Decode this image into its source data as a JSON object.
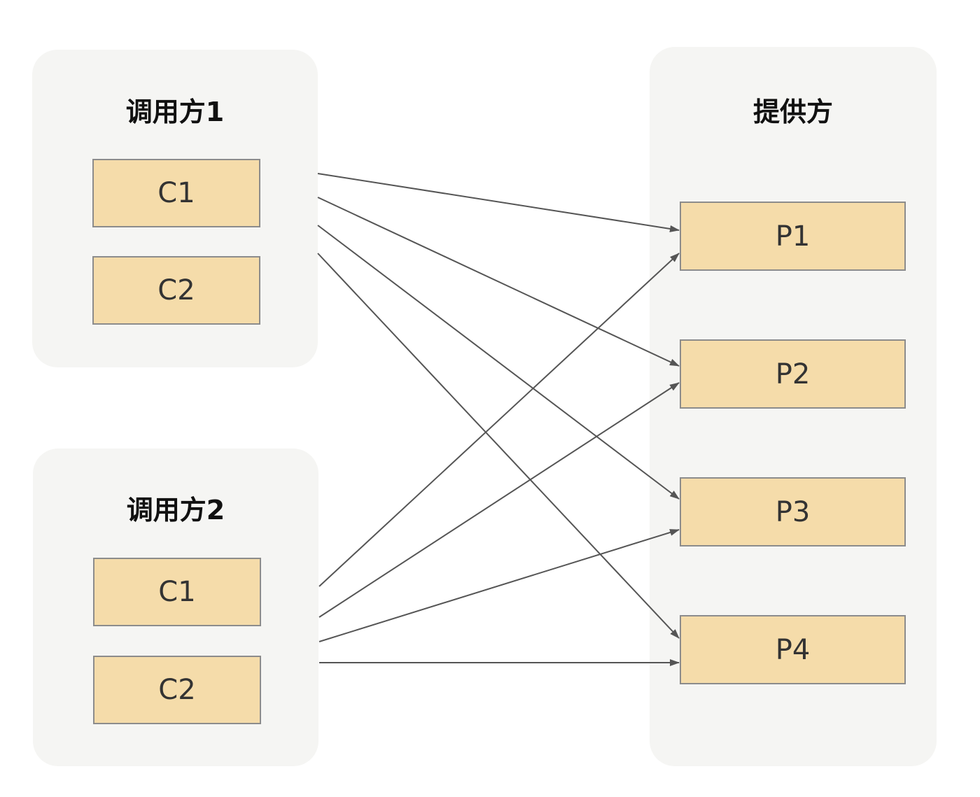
{
  "caller1": {
    "title": "调用方1",
    "nodes": [
      "C1",
      "C2"
    ]
  },
  "caller2": {
    "title": "调用方2",
    "nodes": [
      "C1",
      "C2"
    ]
  },
  "provider": {
    "title": "提供方",
    "nodes": [
      "P1",
      "P2",
      "P3",
      "P4"
    ]
  },
  "colors": {
    "group_bg": "#f5f5f3",
    "node_fill": "#f5dcaa",
    "node_border": "#8c8c8c",
    "edge": "#555555"
  },
  "edges": [
    {
      "from": "调用方1",
      "to": "P1"
    },
    {
      "from": "调用方1",
      "to": "P2"
    },
    {
      "from": "调用方1",
      "to": "P3"
    },
    {
      "from": "调用方1",
      "to": "P4"
    },
    {
      "from": "调用方2",
      "to": "P1"
    },
    {
      "from": "调用方2",
      "to": "P2"
    },
    {
      "from": "调用方2",
      "to": "P3"
    },
    {
      "from": "调用方2",
      "to": "P4"
    }
  ]
}
